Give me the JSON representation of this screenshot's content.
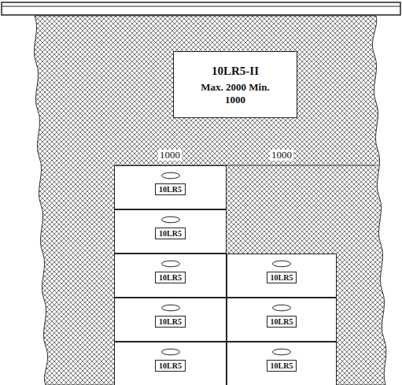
{
  "diagram": {
    "nodes": [
      {
        "text": [
          "10LR5-II",
          "Max. 2000 Min. 1000"
        ]
      },
      {
        "text": [
          "10LR5"
        ]
      },
      {
        "text": [
          "10LR5"
        ]
      },
      {
        "text": [
          "10LR5"
        ]
      },
      {
        "text": [
          "10LR5"
        ]
      },
      {
        "text": [
          "10LR5"
        ]
      },
      {
        "text": [
          "10LR5"
        ]
      },
      {
        "text": [
          "10LR5"
        ]
      },
      {
        "text": [
          "10LR5"
        ]
      }
    ],
    "labels": [
      "1000",
      "1000"
    ]
  }
}
